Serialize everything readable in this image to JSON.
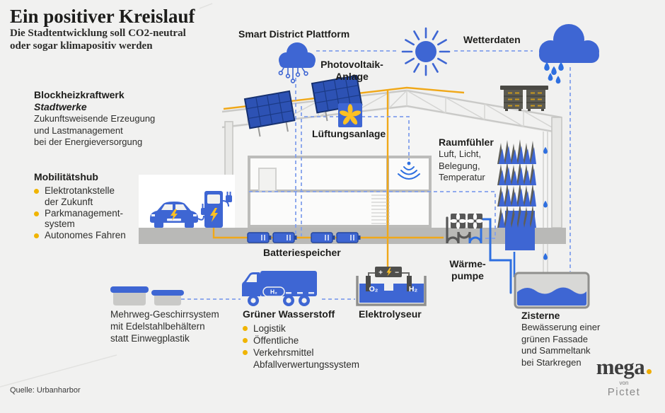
{
  "header": {
    "title": "Ein positiver Kreislauf",
    "subtitle": "Die Stadtentwicklung soll CO2-neutral\noder sogar klimapositiv werden"
  },
  "nodes": {
    "smart_district": "Smart District Plattform",
    "photovoltaik": "Photovoltaik-\nAnlage",
    "wetterdaten": "Wetterdaten",
    "lueftungsanlage": "Lüftungsanlage",
    "batteriespeicher": "Batteriespeicher",
    "waermepumpe": "Wärme-\npumpe",
    "elektrolyseur": "Elektrolyseur"
  },
  "blockheizkraftwerk": {
    "title": "Blockheizkraftwerk",
    "subtitle": "Stadtwerke",
    "body": "Zukunftsweisende Erzeugung\nund Lastmanagement\nbei der Energieversorgung"
  },
  "mobilitaetshub": {
    "title": "Mobilitätshub",
    "items": [
      "Elektrotankstelle\nder Zukunft",
      "Parkmanagement-\nsystem",
      "Autonomes Fahren"
    ]
  },
  "raumfuehler": {
    "title": "Raumfühler",
    "body": "Luft, Licht,\nBelegung,\nTemperatur"
  },
  "wasserstoff": {
    "title": "Grüner Wasserstoff",
    "items": [
      "Logistik",
      "Öffentliche",
      "Verkehrsmittel\nAbfallverwertungssystem"
    ]
  },
  "mehrweg": {
    "body": "Mehrweg-Geschirrsystem\nmit Edelstahlbehältern\nstatt Einwegplastik"
  },
  "zisterne": {
    "title": "Zisterne",
    "body": "Bewässerung einer\ngrünen Fassade\nund Sammeltank\nbei Starkregen"
  },
  "equipment_texts": {
    "o2": "O₂",
    "h2": "H₂",
    "h2_truck": "H₂",
    "plus": "+",
    "minus": "−"
  },
  "footer": {
    "source": "Quelle: Urbanharbor",
    "logo_main": "mega",
    "logo_von": "von",
    "logo_sub": "Pictet"
  },
  "colors": {
    "accent_blue": "#3e66d3",
    "pipe_blue": "#2e6fe0",
    "accent_yellow": "#f0a819",
    "bullet_yellow": "#f0b400",
    "background": "#f1f1f0"
  }
}
